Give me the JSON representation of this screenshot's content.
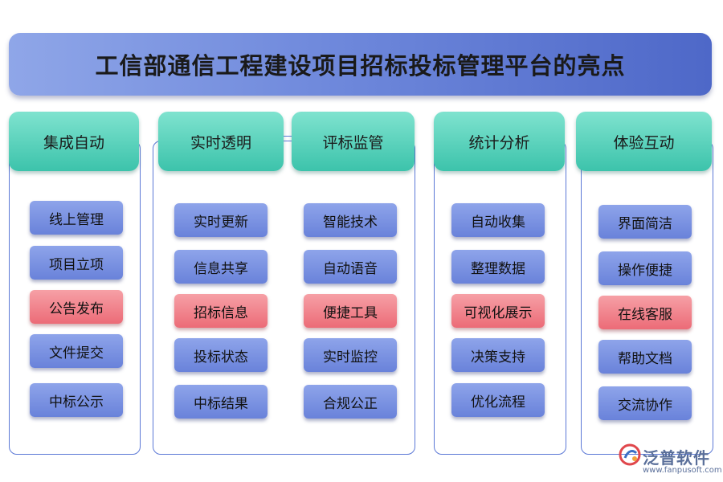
{
  "title": "工信部通信工程建设项目招标投标管理平台的亮点",
  "columns": [
    {
      "header": "集成自动",
      "items": [
        {
          "label": "线上管理",
          "highlight": false
        },
        {
          "label": "项目立项",
          "highlight": false
        },
        {
          "label": "公告发布",
          "highlight": true
        },
        {
          "label": "文件提交",
          "highlight": false
        },
        {
          "label": "中标公示",
          "highlight": false
        }
      ]
    },
    {
      "header": "实时透明",
      "items": [
        {
          "label": "实时更新",
          "highlight": false
        },
        {
          "label": "信息共享",
          "highlight": false
        },
        {
          "label": "招标信息",
          "highlight": true
        },
        {
          "label": "投标状态",
          "highlight": false
        },
        {
          "label": "中标结果",
          "highlight": false
        }
      ]
    },
    {
      "header": "评标监管",
      "items": [
        {
          "label": "智能技术",
          "highlight": false
        },
        {
          "label": "自动语音",
          "highlight": false
        },
        {
          "label": "便捷工具",
          "highlight": true
        },
        {
          "label": "实时监控",
          "highlight": false
        },
        {
          "label": "合规公正",
          "highlight": false
        }
      ]
    },
    {
      "header": "统计分析",
      "items": [
        {
          "label": "自动收集",
          "highlight": false
        },
        {
          "label": "整理数据",
          "highlight": false
        },
        {
          "label": "可视化展示",
          "highlight": true
        },
        {
          "label": "决策支持",
          "highlight": false
        },
        {
          "label": "优化流程",
          "highlight": false
        }
      ]
    },
    {
      "header": "体验互动",
      "items": [
        {
          "label": "界面简洁",
          "highlight": false
        },
        {
          "label": "操作便捷",
          "highlight": false
        },
        {
          "label": "在线客服",
          "highlight": true
        },
        {
          "label": "帮助文档",
          "highlight": false
        },
        {
          "label": "交流协作",
          "highlight": false
        }
      ]
    }
  ],
  "logo": {
    "name": "泛普软件",
    "url": "www.fanpusoft.com"
  },
  "colors": {
    "title_bg": "#6f89dc",
    "header_bg": "#3cc3ab",
    "item_bg": "#7b93e0",
    "highlight_bg": "#ec6b77",
    "border": "#5b78d6"
  }
}
